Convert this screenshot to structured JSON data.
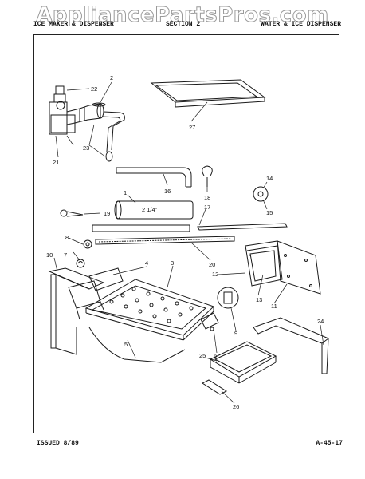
{
  "watermark": "AppliancePartsPros.com",
  "header": {
    "left": "ICE MAKER & DISPENSER",
    "middle": "SECTION 2",
    "right": "WATER & ICE DISPENSER"
  },
  "footer": {
    "issued": "ISSUED 8/89",
    "page": "A-45-17"
  },
  "callouts": {
    "c1": "1",
    "c2": "2",
    "c3": "3",
    "c4": "4",
    "c5": "5",
    "c6": "6",
    "c7": "7",
    "c8": "8",
    "c9": "9",
    "c10": "10",
    "c11": "11",
    "c12": "12",
    "c13": "13",
    "c14": "14",
    "c15": "15",
    "c16": "16",
    "c17": "17",
    "c18": "18",
    "c19": "19",
    "c20": "20",
    "c21": "21",
    "c22": "22",
    "c23": "23",
    "c24": "24",
    "c25": "25",
    "c26": "26",
    "c27": "27"
  },
  "tube_label": "2 1/4\""
}
